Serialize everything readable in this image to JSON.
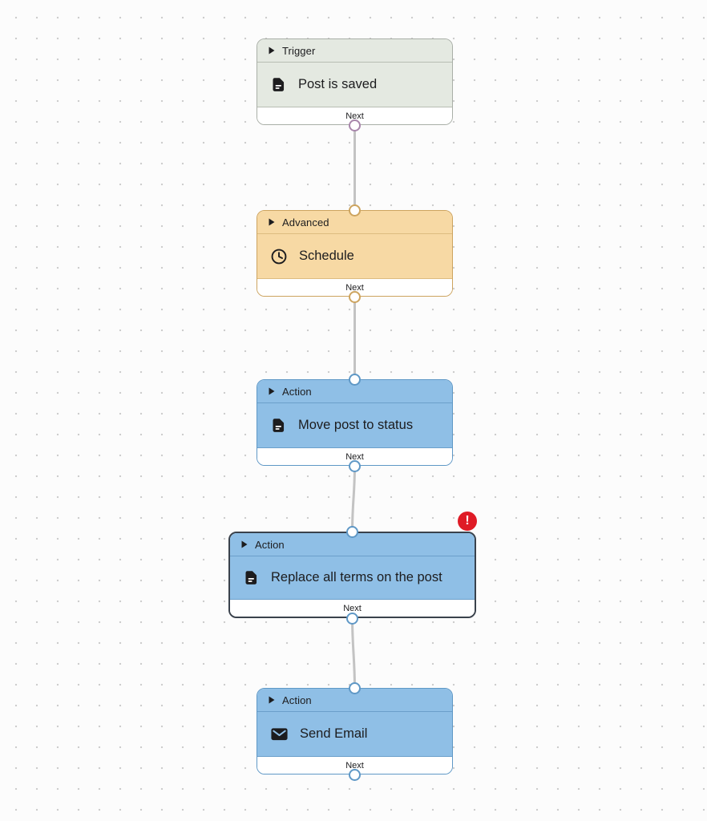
{
  "canvas": {
    "dot_color": "#cdcdcd",
    "edge_color": "#c3c3c3"
  },
  "nodes": [
    {
      "category": "Trigger",
      "title": "Post is saved",
      "icon": "document-icon",
      "footer_label": "Next",
      "colors": {
        "bg": "#e4e9e1",
        "border": "#a9afa7",
        "port": "#a886ab"
      }
    },
    {
      "category": "Advanced",
      "title": "Schedule",
      "icon": "clock-icon",
      "footer_label": "Next",
      "colors": {
        "bg": "#f7d9a4",
        "border": "#cda45f",
        "port": "#cda45f"
      }
    },
    {
      "category": "Action",
      "title": "Move post to status",
      "icon": "document-icon",
      "footer_label": "Next",
      "colors": {
        "bg": "#8fbfe6",
        "border": "#5f98c6",
        "port": "#5f98c6"
      }
    },
    {
      "category": "Action",
      "title": "Replace all terms on the post",
      "icon": "document-icon",
      "footer_label": "Next",
      "selected": true,
      "error_badge": {
        "glyph": "!",
        "color": "#df1b26"
      },
      "colors": {
        "bg": "#8fbfe6",
        "border": "#3a424c",
        "port": "#5f98c6"
      }
    },
    {
      "category": "Action",
      "title": "Send Email",
      "icon": "mail-icon",
      "footer_label": "Next",
      "colors": {
        "bg": "#8fbfe6",
        "border": "#5f98c6",
        "port": "#5f98c6"
      }
    }
  ]
}
